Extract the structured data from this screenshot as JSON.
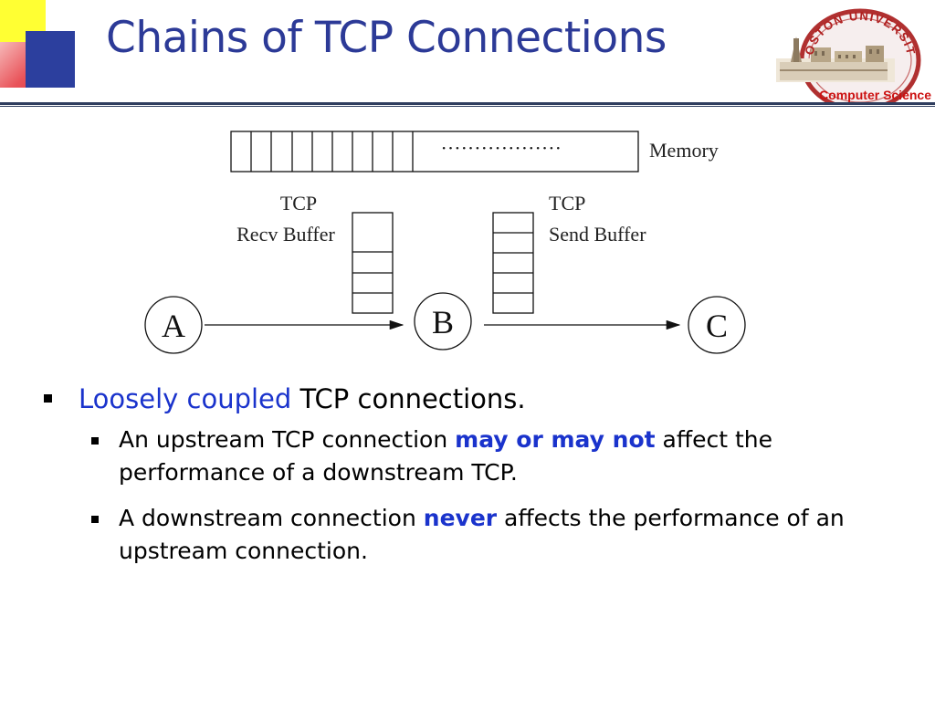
{
  "slide": {
    "title": "Chains of TCP Connections",
    "accent_color": "#2c3a97",
    "highlight_color": "#1a33cc"
  },
  "logo": {
    "text": "BOSTON UNIVERSITY",
    "department": "Computer Science"
  },
  "diagram": {
    "memory_label": "Memory",
    "memory_dots": "··················",
    "recv_buffer_label": [
      "TCP",
      "Recv Buffer"
    ],
    "send_buffer_label": [
      "TCP",
      "Send Buffer"
    ],
    "nodes": [
      "A",
      "B",
      "C"
    ]
  },
  "bullets": [
    {
      "parts": [
        {
          "text": "Loosely coupled",
          "style": "blue"
        },
        {
          "text": " TCP connections.",
          "style": "plain"
        }
      ],
      "sub": [
        {
          "parts": [
            {
              "text": "An upstream TCP connection ",
              "style": "plain"
            },
            {
              "text": "may or may not",
              "style": "bold"
            },
            {
              "text": " affect the performance of a downstream TCP.",
              "style": "plain"
            }
          ]
        },
        {
          "parts": [
            {
              "text": "A downstream connection ",
              "style": "plain"
            },
            {
              "text": "never",
              "style": "bold"
            },
            {
              "text": " affects the performance of an upstream connection.",
              "style": "plain"
            }
          ]
        }
      ]
    }
  ]
}
